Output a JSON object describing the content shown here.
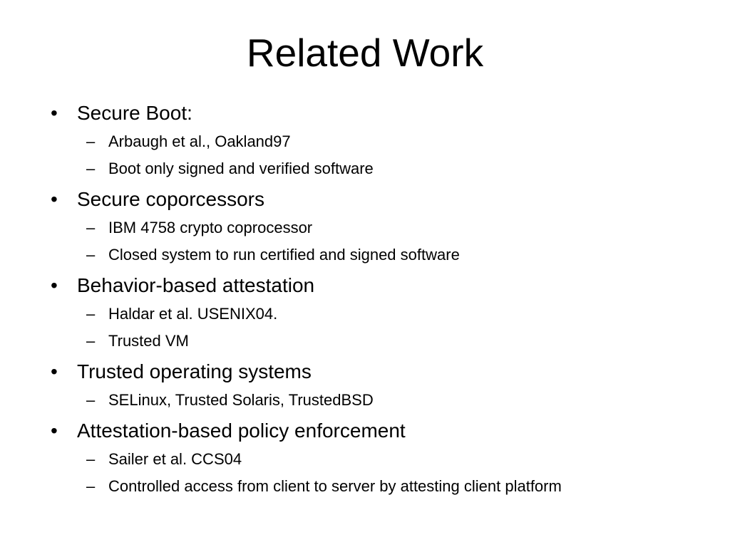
{
  "slide": {
    "title": "Related Work",
    "bullet_marker_level1": "•",
    "bullet_marker_level2": "–",
    "text_color": "#000000",
    "background_color": "#ffffff",
    "sections": [
      {
        "heading": "Secure Boot:",
        "items": [
          "Arbaugh et al., Oakland97",
          "Boot only signed and verified software"
        ]
      },
      {
        "heading": "Secure coporcessors",
        "items": [
          "IBM 4758 crypto coprocessor",
          "Closed system to run certified and signed software"
        ]
      },
      {
        "heading": "Behavior-based attestation",
        "items": [
          "Haldar et al. USENIX04.",
          "Trusted VM"
        ]
      },
      {
        "heading": "Trusted operating systems",
        "items": [
          "SELinux, Trusted Solaris, TrustedBSD"
        ]
      },
      {
        "heading": "Attestation-based policy enforcement",
        "items": [
          "Sailer et al. CCS04",
          "Controlled access from client to server by attesting client platform"
        ]
      }
    ]
  }
}
